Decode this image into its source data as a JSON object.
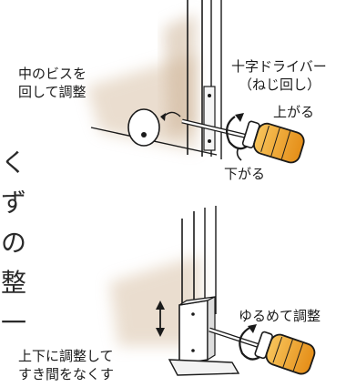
{
  "side_title": [
    "く",
    "ず",
    "の",
    "整",
    "一"
  ],
  "labels": {
    "screw_center_line1": "中のビスを",
    "screw_center_line2": "回して調整",
    "driver_line1": "十字ドライバー",
    "driver_line2": "（ねじ回し）",
    "up": "上がる",
    "down": "下がる",
    "loosen_adjust": "ゆるめて調整",
    "bottom_left_line1": "上下に調整して",
    "bottom_left_line2": "すき間をなくす"
  },
  "colors": {
    "accent": "#f2a12a",
    "shadow": "#d9c2a8",
    "line": "#1a1a1a"
  }
}
